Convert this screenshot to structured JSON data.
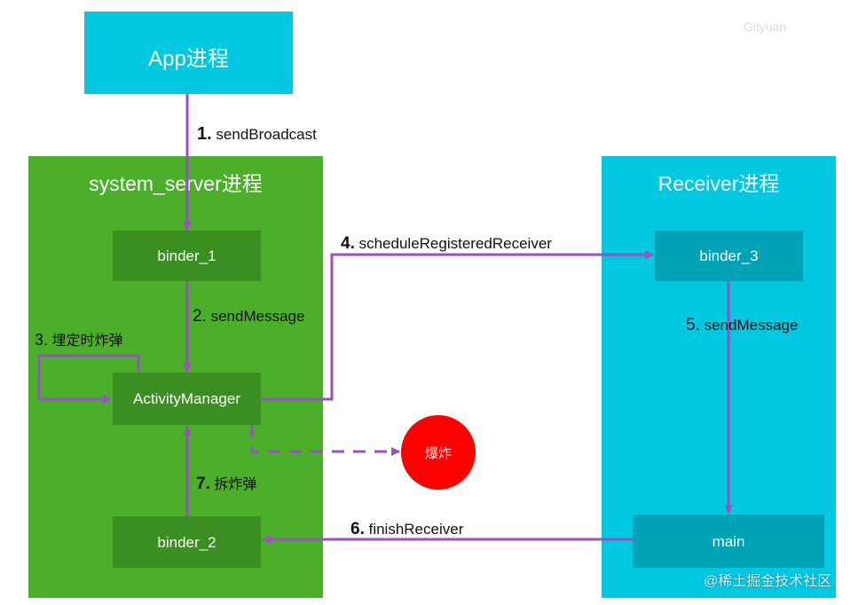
{
  "watermark": "Gityuan",
  "footer_watermark": "@稀土掘金技术社区",
  "processes": {
    "app": "App进程",
    "system_server": "system_server进程",
    "receiver": "Receiver进程"
  },
  "components": {
    "binder_1": "binder_1",
    "activity_manager": "ActivityManager",
    "binder_2": "binder_2",
    "binder_3": "binder_3",
    "main": "main",
    "explosion": "爆炸"
  },
  "steps": {
    "s1_num": "1.",
    "s1_text": "sendBroadcast",
    "s2_num": "2.",
    "s2_text": "sendMessage",
    "s3_num": "3.",
    "s3_text": "埋定时炸弹",
    "s4_num": "4.",
    "s4_text": "scheduleRegisteredReceiver",
    "s5_num": "5.",
    "s5_text": "sendMessage",
    "s6_num": "6.",
    "s6_text": "finishReceiver",
    "s7_num": "7.",
    "s7_text": "拆炸弹"
  },
  "colors": {
    "app_box": "#00c8e0",
    "system_server_region": "#4caf2a",
    "system_server_component": "#3a8f20",
    "receiver_region": "#00c8e0",
    "receiver_component": "#00a3b5",
    "arrow": "#9b4fc4",
    "explosion": "#ff0000"
  }
}
